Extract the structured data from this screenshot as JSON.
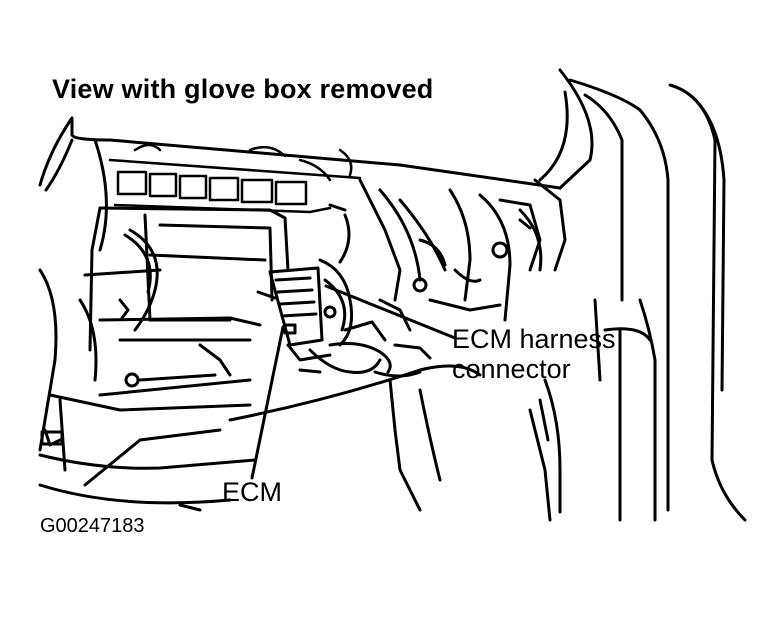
{
  "diagram": {
    "title": "View with glove box removed",
    "labels": {
      "ecm_harness_line1": "ECM harness",
      "ecm_harness_line2": "connector",
      "ecm": "ECM"
    },
    "figure_code": "G00247183"
  }
}
